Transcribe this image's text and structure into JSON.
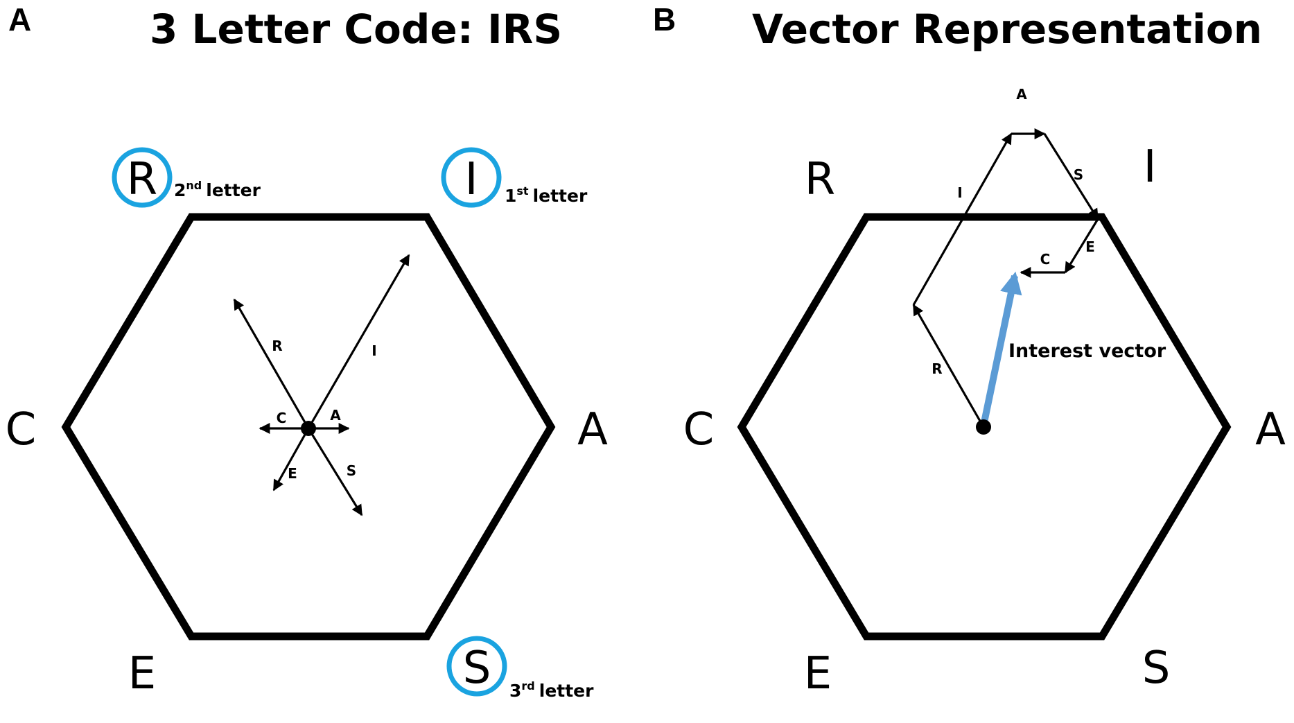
{
  "panel_a": {
    "panel_label": "A",
    "title": "3 Letter Code: IRS",
    "vertices": {
      "R": "R",
      "I": "I",
      "C": "C",
      "A": "A",
      "E": "E",
      "S": "S"
    },
    "highlight_color": "#1aa3e0",
    "annotations": {
      "second": {
        "num": "2",
        "sup": "nd",
        "word": "letter"
      },
      "first": {
        "num": "1",
        "sup": "st",
        "word": "letter"
      },
      "third": {
        "num": "3",
        "sup": "rd",
        "word": "letter"
      }
    },
    "vector_labels": {
      "R": "R",
      "I": "I",
      "C": "C",
      "A": "A",
      "E": "E",
      "S": "S"
    }
  },
  "panel_b": {
    "panel_label": "B",
    "title": "Vector Representation",
    "vertices": {
      "R": "R",
      "I": "I",
      "C": "C",
      "A": "A",
      "E": "E",
      "S": "S"
    },
    "chain_labels": {
      "R": "R",
      "I": "I",
      "A": "A",
      "S": "S",
      "E": "E",
      "C": "C"
    },
    "interest_vector_label": "Interest vector",
    "interest_vector_color": "#5b9bd5"
  }
}
